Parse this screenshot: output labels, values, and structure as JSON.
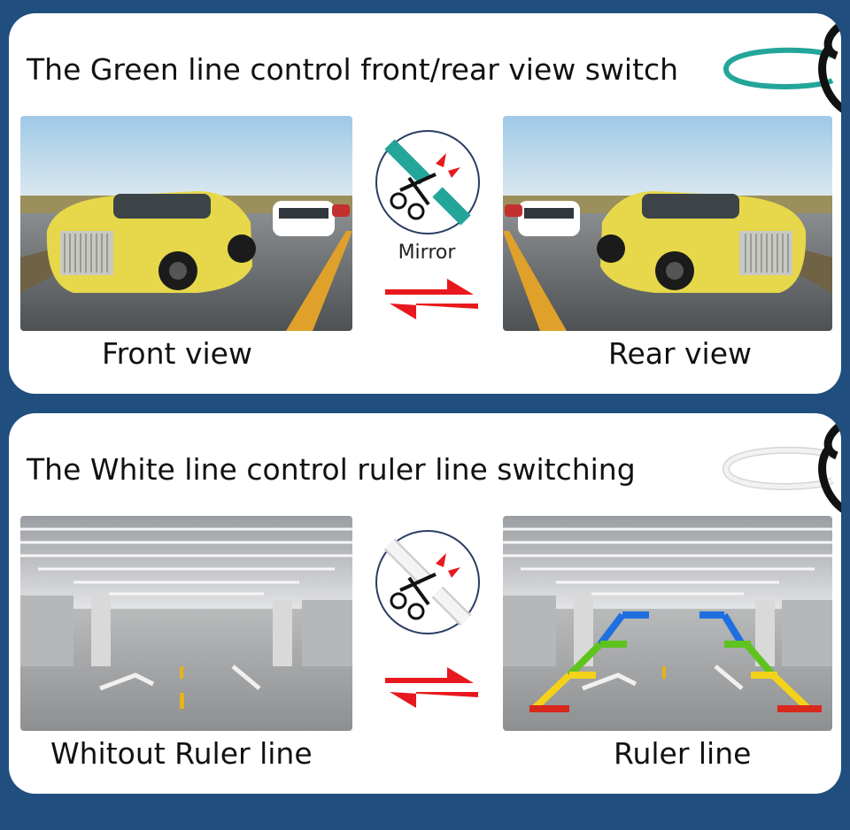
{
  "panels": [
    {
      "title": "The Green line control front/rear view switch",
      "wire_color": "#23a59a",
      "icon": "wire-cut-icon",
      "mirror_label": "Mirror",
      "left_caption": "Front view",
      "right_caption": "Rear view"
    },
    {
      "title": "The White line control ruler line switching",
      "wire_color": "#f2f2f2",
      "icon": "wire-cut-icon",
      "left_caption": "Whitout Ruler line",
      "right_caption": "Ruler line"
    }
  ],
  "colors": {
    "background": "#1f4e7f",
    "swap_arrows": "#e8191e",
    "ruler_lines": [
      "#1f6fe0",
      "#5ec31f",
      "#f5d21a",
      "#d9281c"
    ]
  }
}
